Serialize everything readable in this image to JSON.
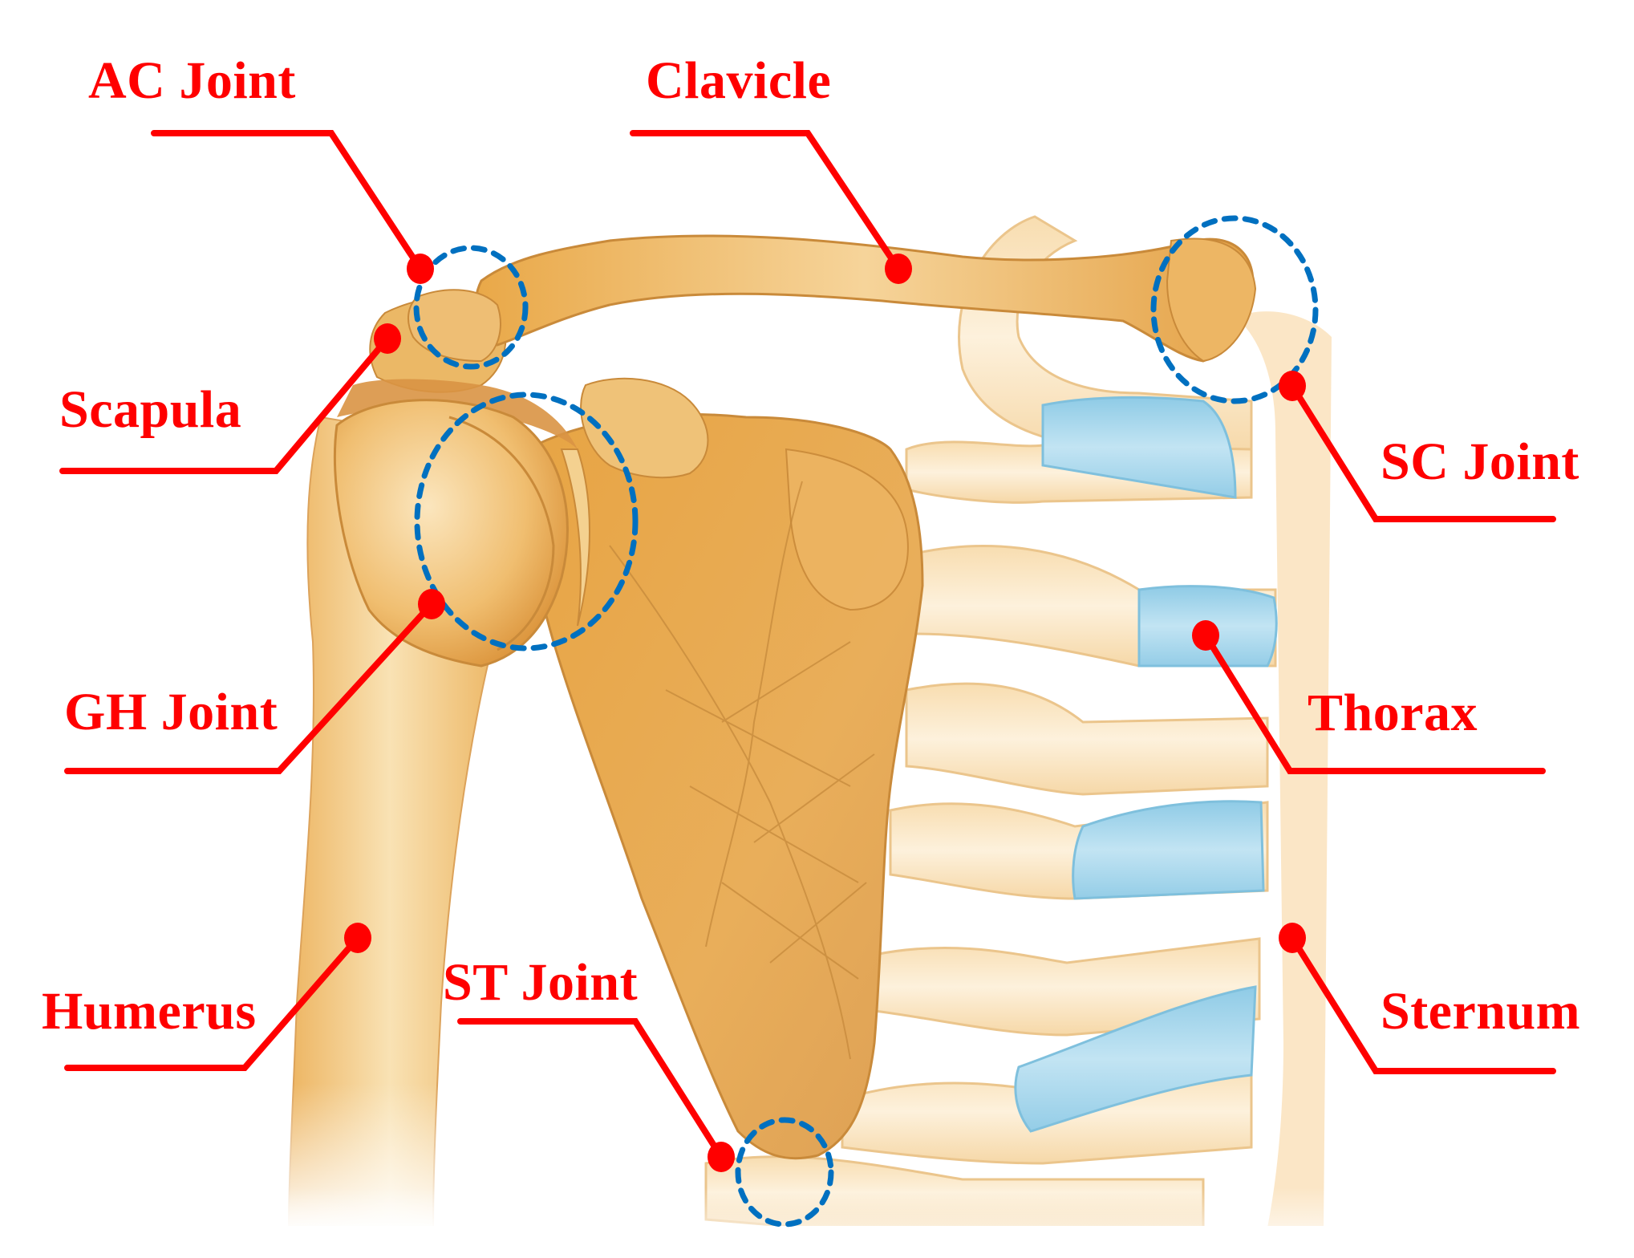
{
  "diagram": {
    "subject": "Shoulder complex anatomy (anterior view)",
    "colors": {
      "label_red": "#FF0000",
      "joint_circle_blue": "#0070C0",
      "bone_tan": "#E8A94A",
      "bone_light": "#F7D9A0",
      "rib_cream": "#FBE7C6",
      "cartilage_blue": "#A9D8EE",
      "background": "#FFFFFF"
    },
    "labels": [
      {
        "id": "ac-joint",
        "text": "AC Joint"
      },
      {
        "id": "clavicle",
        "text": "Clavicle"
      },
      {
        "id": "scapula",
        "text": "Scapula"
      },
      {
        "id": "gh-joint",
        "text": "GH Joint"
      },
      {
        "id": "humerus",
        "text": "Humerus"
      },
      {
        "id": "st-joint",
        "text": "ST Joint"
      },
      {
        "id": "sc-joint",
        "text": "SC Joint"
      },
      {
        "id": "thorax",
        "text": "Thorax"
      },
      {
        "id": "sternum",
        "text": "Sternum"
      }
    ],
    "highlighted_joints": [
      "AC Joint",
      "GH Joint",
      "SC Joint",
      "ST Joint"
    ]
  }
}
